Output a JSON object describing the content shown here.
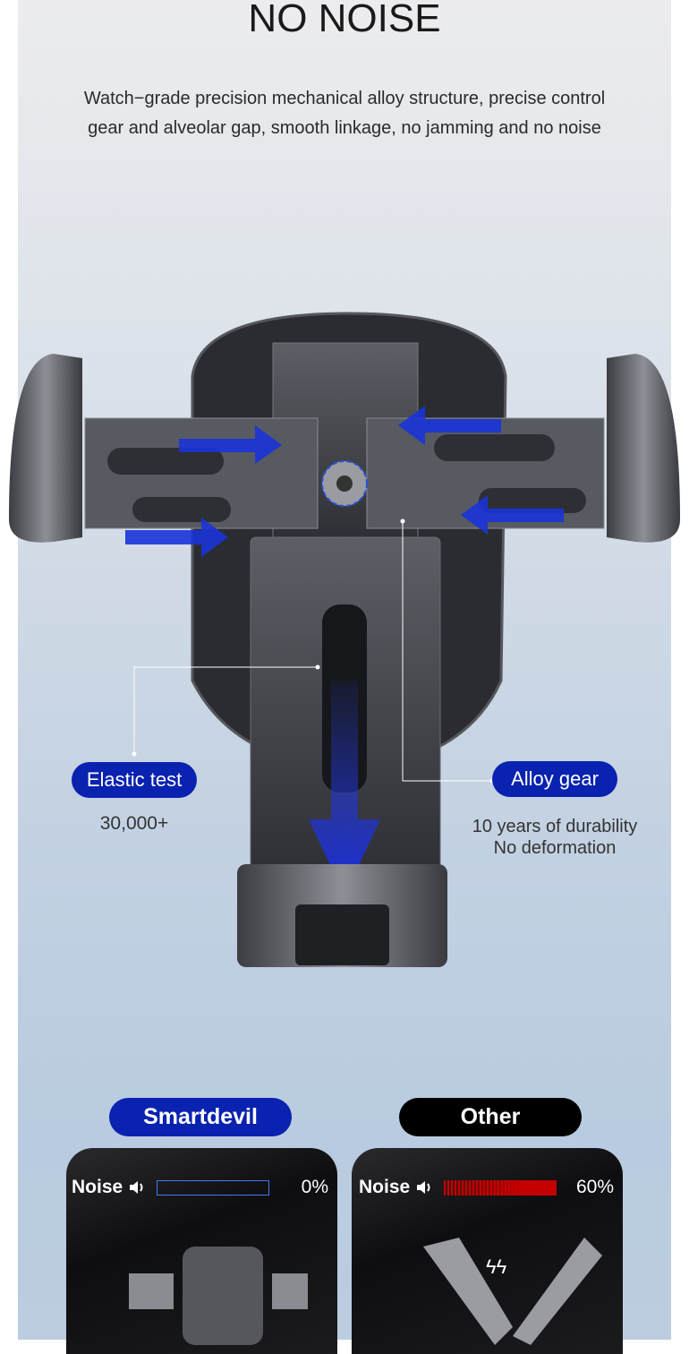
{
  "header": {
    "title": "NO NOISE",
    "description_lines": [
      "Watch−grade precision mechanical alloy structure, precise control",
      "gear and alveolar gap, smooth linkage, no jamming and no noise"
    ]
  },
  "callouts": {
    "elastic": {
      "label": "Elastic test",
      "value": "30,000+"
    },
    "gear": {
      "label": "Alloy gear",
      "lines": [
        "10 years of durability",
        "No deformation"
      ]
    }
  },
  "comparison": {
    "left": {
      "label": "Smartdevil",
      "noise_label": "Noise",
      "noise_percent": "0%",
      "noise_level": 0
    },
    "right": {
      "label": "Other",
      "noise_label": "Noise",
      "noise_percent": "60%",
      "noise_level": 60
    }
  },
  "colors": {
    "brand_blue": "#0a22b0",
    "other_black": "#000000",
    "meter_red": "#c40000",
    "meter_outline": "#3d7cf0"
  }
}
